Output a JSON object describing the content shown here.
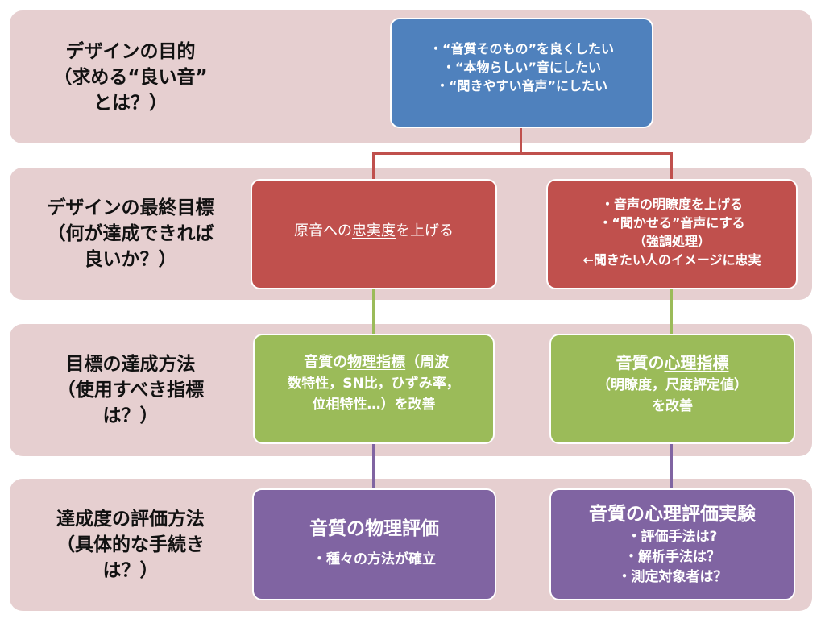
{
  "colors": {
    "band": "#E6CFD0",
    "purpose": "#4F81BD",
    "goal": "#C0504D",
    "method": "#9BBB59",
    "evaluation": "#8064A2"
  },
  "rows": [
    {
      "label_lines": [
        "デザインの目的",
        "（求める“良い音”",
        "とは？）"
      ]
    },
    {
      "label_lines": [
        "デザインの最終目標",
        "（何が達成できれば",
        "良いか？）"
      ]
    },
    {
      "label_lines": [
        "目標の達成方法",
        "（使用すべき指標",
        "は？）"
      ]
    },
    {
      "label_lines": [
        "達成度の評価方法",
        "（具体的な手続き",
        "は？）"
      ]
    }
  ],
  "purpose_box": {
    "lines": [
      "・“音質そのもの”を良くしたい",
      "・“本物らしい”音にしたい",
      "・“聞きやすい音声”にしたい"
    ]
  },
  "goal_left": {
    "pre": "原音への",
    "underlined": "忠実度",
    "post": "を上げる"
  },
  "goal_right": {
    "lines": [
      "・音声の明瞭度を上げる",
      "・“聞かせる”音声にする",
      "（強調処理）",
      "←聞きたい人のイメージに忠実"
    ]
  },
  "method_left": {
    "line1_pre": "音質の",
    "line1_underlined": "物理指標",
    "line1_post": "（周波",
    "line2": "数特性，SN比，ひずみ率，",
    "line3": "位相特性…）を改善"
  },
  "method_right": {
    "line1_pre": "音質の",
    "line1_underlined": "心理指標",
    "line2": "（明瞭度，尺度評定値）",
    "line3": "を改善"
  },
  "eval_left": {
    "title": "音質の物理評価",
    "items": [
      "・種々の方法が確立"
    ]
  },
  "eval_right": {
    "title": "音質の心理評価実験",
    "items": [
      "・評価手法は?",
      "・解析手法は？",
      "・測定対象者は？"
    ]
  }
}
